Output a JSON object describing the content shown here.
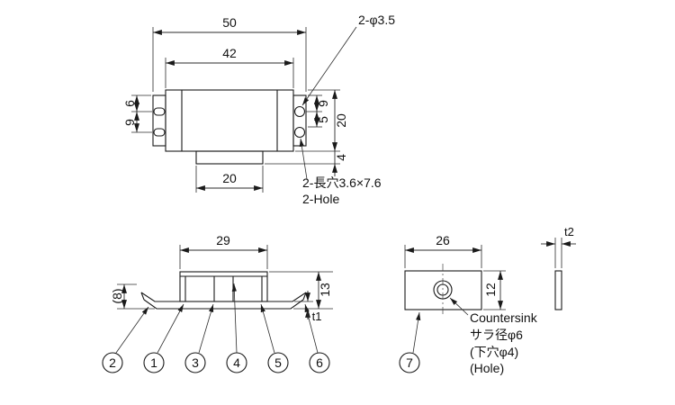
{
  "top_view": {
    "dim_overall_width": "50",
    "dim_body_width": "42",
    "dim_left_upper": "6",
    "dim_left_lower": "9",
    "dim_right_upper": "9",
    "dim_right_lower": "5",
    "dim_height": "20",
    "dim_step": "4",
    "dim_bottom": "20",
    "callout_round_holes": "2-φ3.5",
    "callout_slot_jp": "2-長穴3.6×7.6",
    "callout_slot_en": "2-Hole"
  },
  "front_view": {
    "dim_width": "29",
    "dim_ref_height": "(8)",
    "dim_height": "13",
    "dim_plate_thickness": "t1",
    "balloons": [
      "2",
      "1",
      "3",
      "4",
      "5",
      "6"
    ]
  },
  "side_view": {
    "dim_width": "26",
    "dim_height": "12",
    "dim_thickness": "t2",
    "balloon": "7",
    "countersink_line1": "Countersink",
    "countersink_line2": "サラ径φ6",
    "countersink_line3": "(下穴φ4)",
    "countersink_line4": "(Hole)"
  },
  "colors": {
    "line": "#1a1a1a",
    "background": "#ffffff"
  }
}
